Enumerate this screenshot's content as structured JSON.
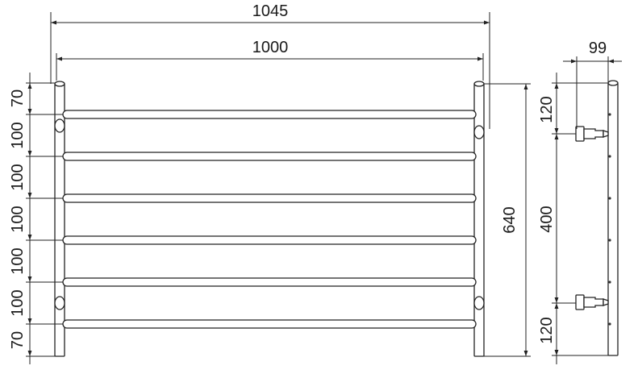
{
  "dimensions": {
    "overall_width": "1045",
    "inner_width": "1000",
    "depth": "99",
    "total_height": "640",
    "left_spacings": [
      "70",
      "100",
      "100",
      "100",
      "100",
      "100",
      "70"
    ],
    "side_top": "120",
    "side_mid": "400",
    "side_bottom": "120"
  },
  "icons": {
    "arrowhead": "arrowhead-icon",
    "wall-bracket": "wall-bracket-icon"
  }
}
